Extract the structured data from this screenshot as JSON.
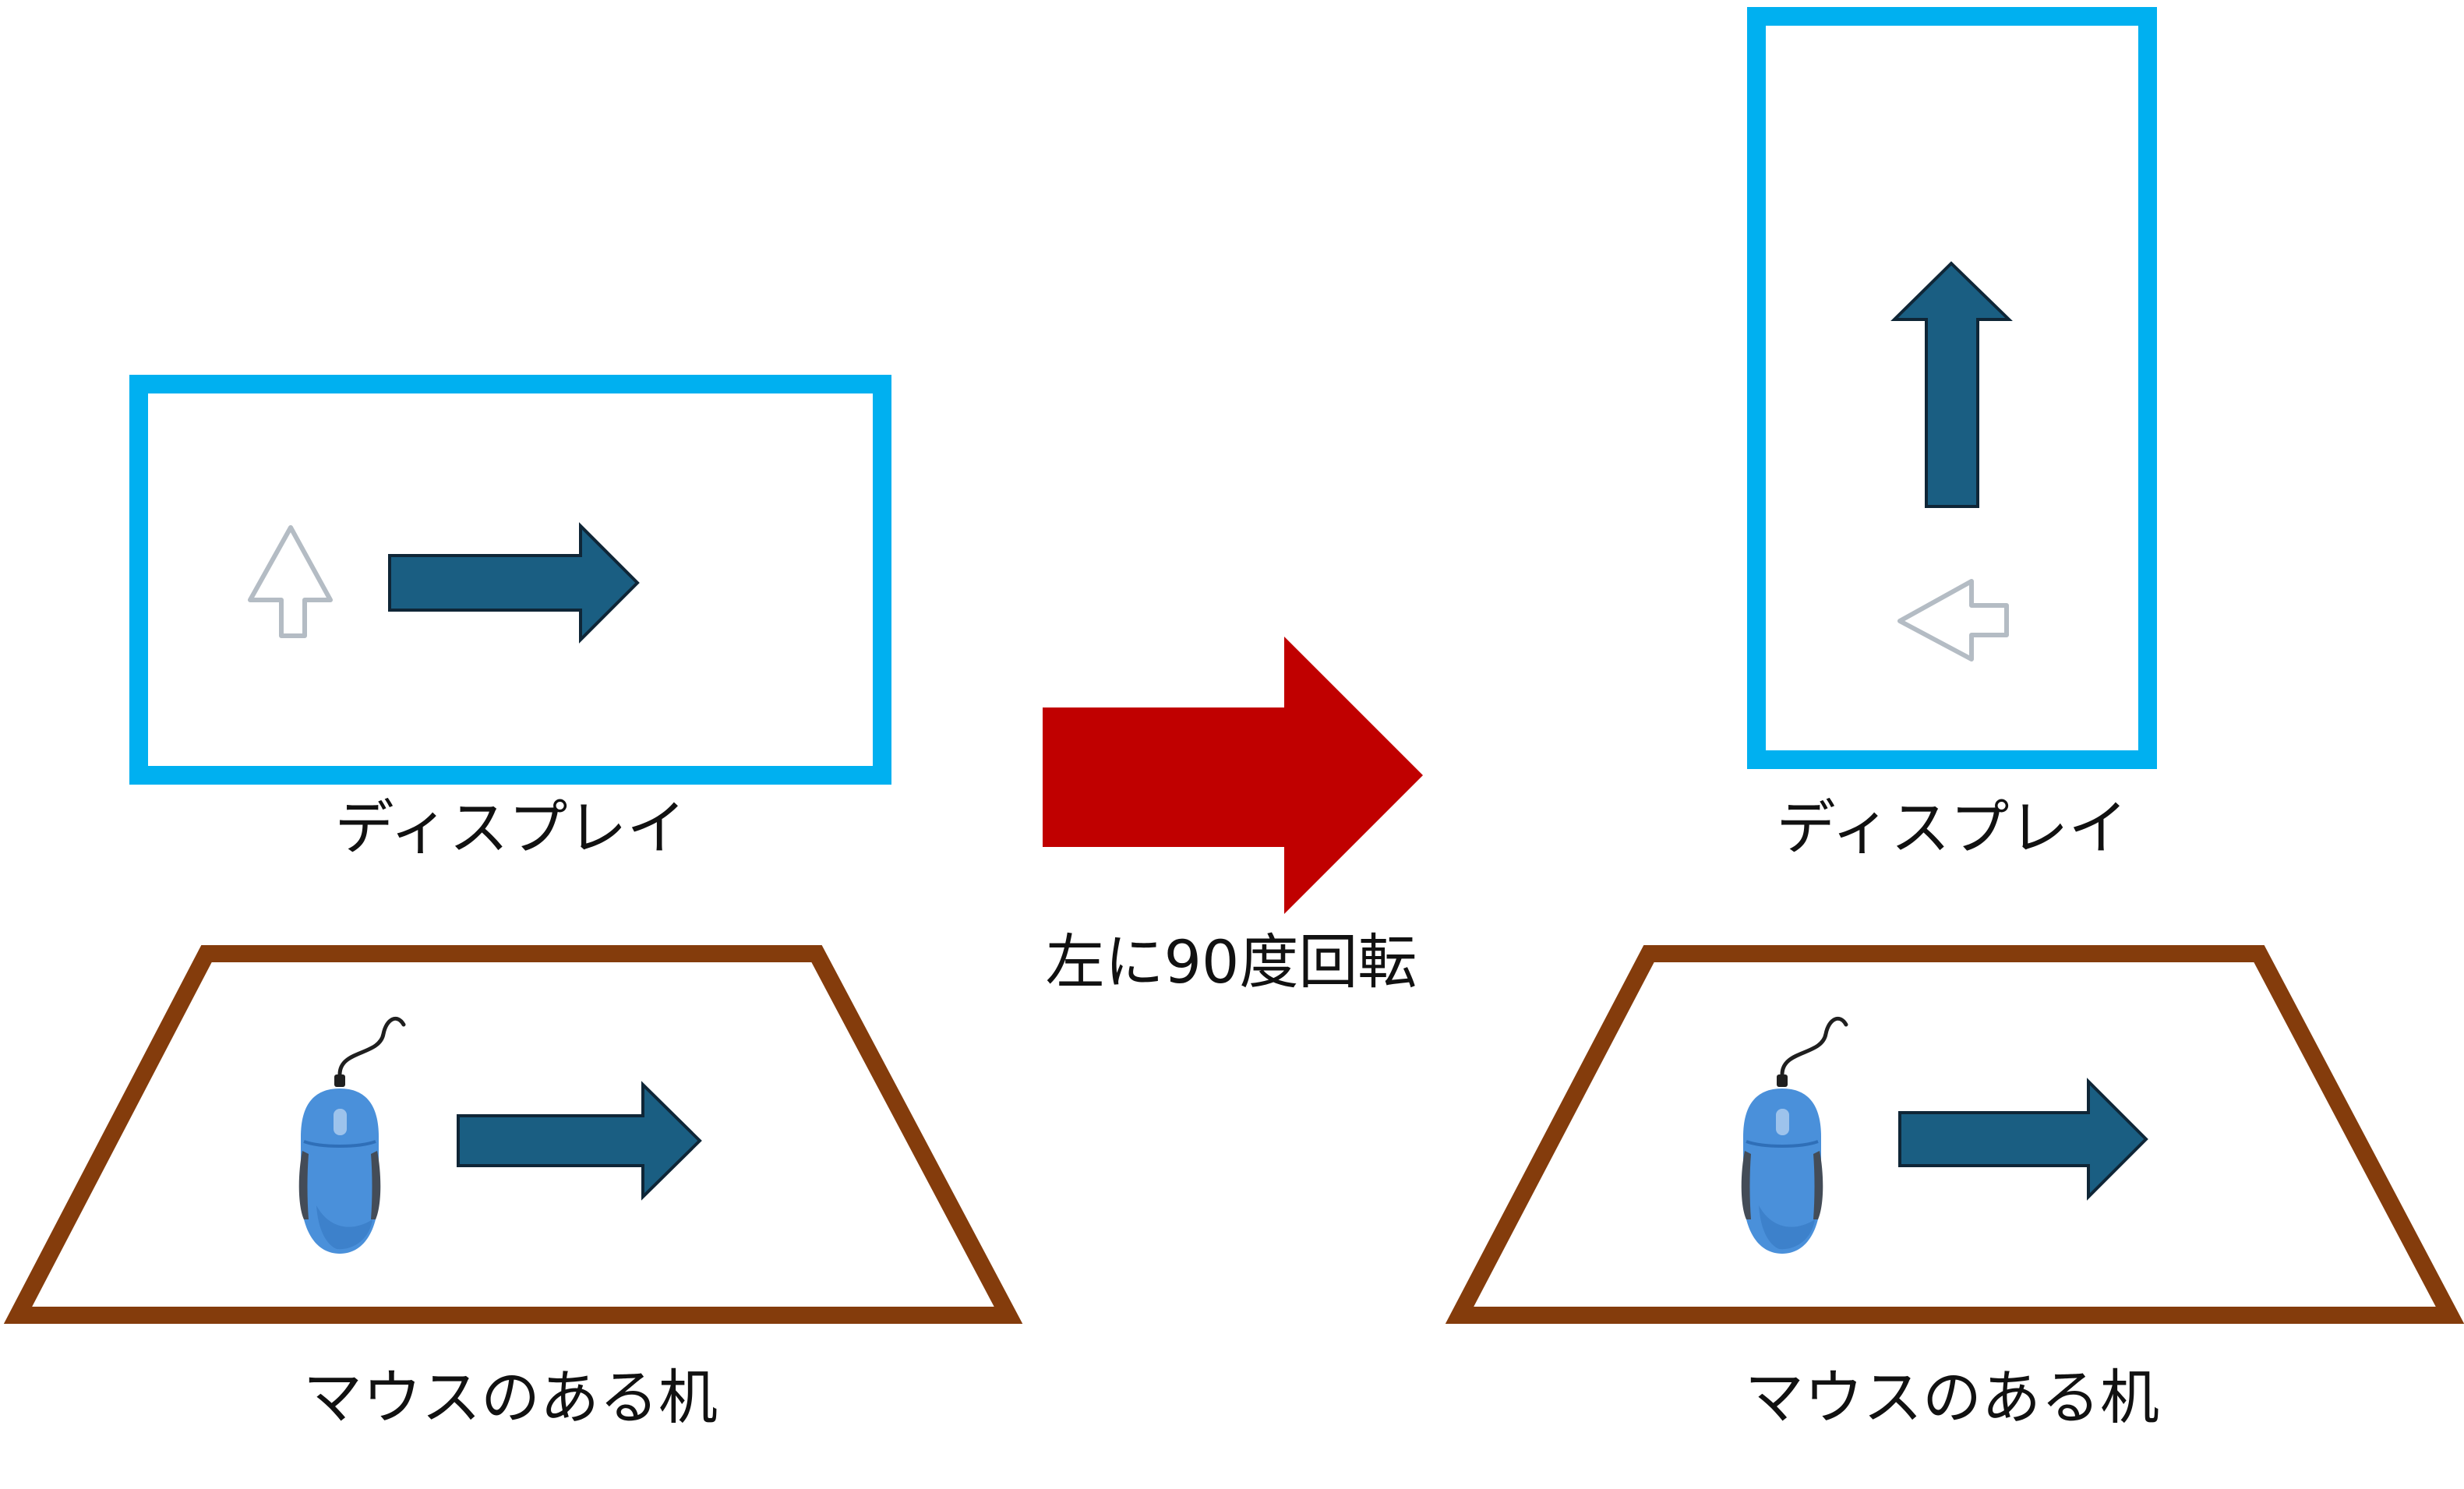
{
  "colors": {
    "display_frame": "#00B0F0",
    "desk_frame": "#843C0C",
    "direction_arrow": "#1A5E82",
    "direction_arrow_outline": "#0F2637",
    "rotation_arrow": "#C00000",
    "cursor_outline": "#B4BCC4",
    "mouse_body": "#4A90DA",
    "mouse_shadow": "#2F6FB8",
    "mouse_side": "#444C57",
    "mouse_wheel": "#9DC3EC",
    "mouse_cable": "#1F1F1F",
    "label_text": "#111111"
  },
  "before": {
    "display_label": "ディスプレイ",
    "desk_label": "マウスのある机"
  },
  "transition": {
    "label": "左に90度回転"
  },
  "after": {
    "display_label": "ディスプレイ",
    "desk_label": "マウスのある机"
  },
  "icons": [
    "cursor-arrow-icon",
    "mouse-icon",
    "direction-arrow-icon",
    "rotation-arrow-icon"
  ]
}
